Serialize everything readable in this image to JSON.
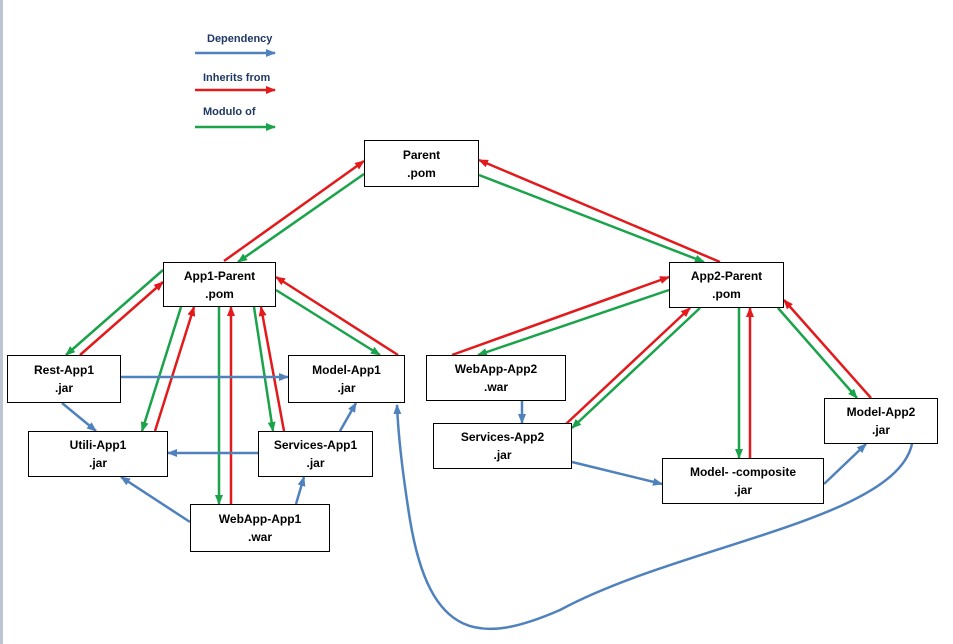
{
  "legend": {
    "dependency": {
      "label": "Dependency",
      "color": "#4f81bd"
    },
    "inherits": {
      "label": "Inherits from",
      "color": "#e31a1c"
    },
    "module": {
      "label": "Modulo of",
      "color": "#1aa34a"
    }
  },
  "nodes": {
    "parent": {
      "name": "Parent",
      "type": ".pom"
    },
    "app1_parent": {
      "name": "App1-Parent",
      "type": ".pom"
    },
    "app2_parent": {
      "name": "App2-Parent",
      "type": ".pom"
    },
    "rest_app1": {
      "name": "Rest-App1",
      "type": ".jar"
    },
    "model_app1": {
      "name": "Model-App1",
      "type": ".jar"
    },
    "utili_app1": {
      "name": "Utili-App1",
      "type": ".jar"
    },
    "services_app1": {
      "name": "Services-App1",
      "type": ".jar"
    },
    "webapp_app1": {
      "name": "WebApp-App1",
      "type": ".war"
    },
    "webapp_app2": {
      "name": "WebApp-App2",
      "type": ".war"
    },
    "services_app2": {
      "name": "Services-App2",
      "type": ".jar"
    },
    "model_composite": {
      "name": "Model- -composite",
      "type": ".jar"
    },
    "model_app2": {
      "name": "Model-App2",
      "type": ".jar"
    }
  }
}
